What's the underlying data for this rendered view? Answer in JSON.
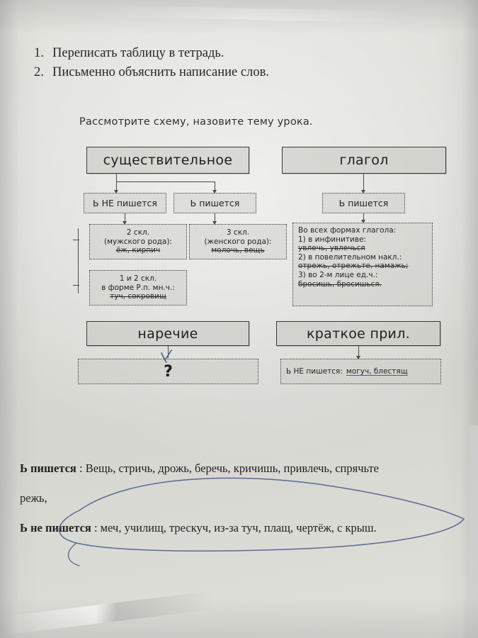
{
  "page": {
    "background_color": "#dcdcd7",
    "ink_color": "#2b2b2b",
    "pen_color": "#4a5a86"
  },
  "instructions": [
    {
      "num": "1.",
      "text": "Переписать таблицу в тетрадь."
    },
    {
      "num": "2.",
      "text": "Письменно объяснить написание слов."
    }
  ],
  "scheme": {
    "title": "Рассмотрите схему, назовите тему урока.",
    "nouns": {
      "heading": "существительное",
      "branch_no": "Ь НЕ пишется",
      "branch_yes": "Ь пишется",
      "no_box_1": {
        "line1": "2 скл.",
        "line2": "(мужского рода):",
        "examples": "ёж, кирпич"
      },
      "no_box_2": {
        "line1": "1 и 2 скл.",
        "line2": "в форме Р.п. мн.ч.:",
        "examples": "туч, сокровищ"
      },
      "yes_box": {
        "line1": "3 скл.",
        "line2": "(женского рода):",
        "examples": "молочь, вещь"
      }
    },
    "verbs": {
      "heading": "глагол",
      "branch_yes": "Ь пишется",
      "box": {
        "line1": "Во всех формах глагола:",
        "item1_label": "1) в инфинитиве:",
        "item1_examples": "увлечь, увлечься",
        "item2_label": "2) в повелительном накл.:",
        "item2_examples": "отрежь, отрежьте, намажь;",
        "item3_label": "3) во 2-м лице ед.ч.:",
        "item3_examples": "бросишь, бросишься."
      }
    },
    "adverb": {
      "heading": "наречие",
      "box": "?"
    },
    "short_adj": {
      "heading": "краткое прил.",
      "box_label": "Ь НЕ пишется:",
      "box_examples": "могуч, блестящ"
    }
  },
  "bottom": {
    "line1_label": "Ь пишется",
    "line1_sep": " : ",
    "line1_text": "Вещь, стричь, дрожь, беречь, кричишь, привлечь, спрячьте",
    "line2_text": "режь,",
    "line3_label": "Ь не пишется",
    "line3_sep": " : ",
    "line3_text": "меч, училищ, трескуч, из-за туч, плащ, чертёж, с крыш."
  }
}
